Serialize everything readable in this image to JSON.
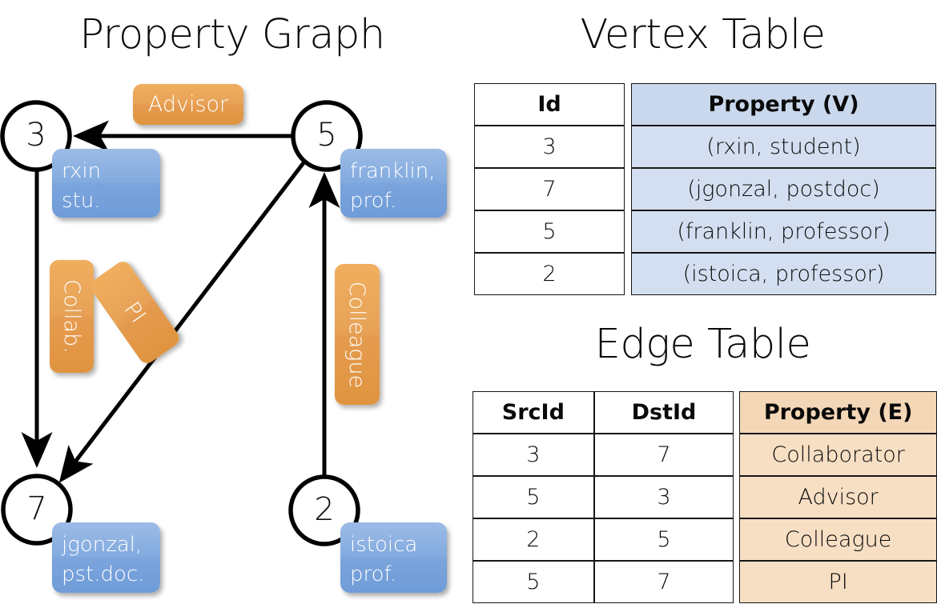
{
  "panels": {
    "graph_title": "Property Graph",
    "vertex_title": "Vertex Table",
    "edge_title": "Edge Table"
  },
  "colors": {
    "vertex_property_fill": "#d3dff0",
    "edge_property_fill": "#f7dfc4",
    "vertex_callout": "#7ba4dc",
    "edge_callout": "#e59b4f",
    "stroke": "#000000"
  },
  "graph": {
    "nodes": [
      {
        "id": "3",
        "label": "3",
        "property": "rxin\nstu."
      },
      {
        "id": "5",
        "label": "5",
        "property": "franklin,\nprof."
      },
      {
        "id": "7",
        "label": "7",
        "property": "jgonzal,\npst.doc."
      },
      {
        "id": "2",
        "label": "2",
        "property": "istoica\nprof."
      }
    ],
    "edge_labels": [
      {
        "name": "advisor",
        "text": "Advisor"
      },
      {
        "name": "collab",
        "text": "Collab."
      },
      {
        "name": "pi",
        "text": "PI"
      },
      {
        "name": "colleague",
        "text": "Colleague"
      }
    ],
    "edges": [
      {
        "src": "5",
        "dst": "3",
        "label": "Advisor"
      },
      {
        "src": "3",
        "dst": "7",
        "label": "Collab."
      },
      {
        "src": "5",
        "dst": "7",
        "label": "PI"
      },
      {
        "src": "2",
        "dst": "5",
        "label": "Colleague"
      }
    ]
  },
  "vertex_table": {
    "headers": [
      "Id",
      "Property (V)"
    ],
    "rows": [
      {
        "id": "3",
        "property": "(rxin, student)"
      },
      {
        "id": "7",
        "property": "(jgonzal, postdoc)"
      },
      {
        "id": "5",
        "property": "(franklin, professor)"
      },
      {
        "id": "2",
        "property": "(istoica, professor)"
      }
    ]
  },
  "edge_table": {
    "headers": [
      "SrcId",
      "DstId",
      "Property (E)"
    ],
    "rows": [
      {
        "src": "3",
        "dst": "7",
        "property": "Collaborator"
      },
      {
        "src": "5",
        "dst": "3",
        "property": "Advisor"
      },
      {
        "src": "2",
        "dst": "5",
        "property": "Colleague"
      },
      {
        "src": "5",
        "dst": "7",
        "property": "PI"
      }
    ]
  }
}
